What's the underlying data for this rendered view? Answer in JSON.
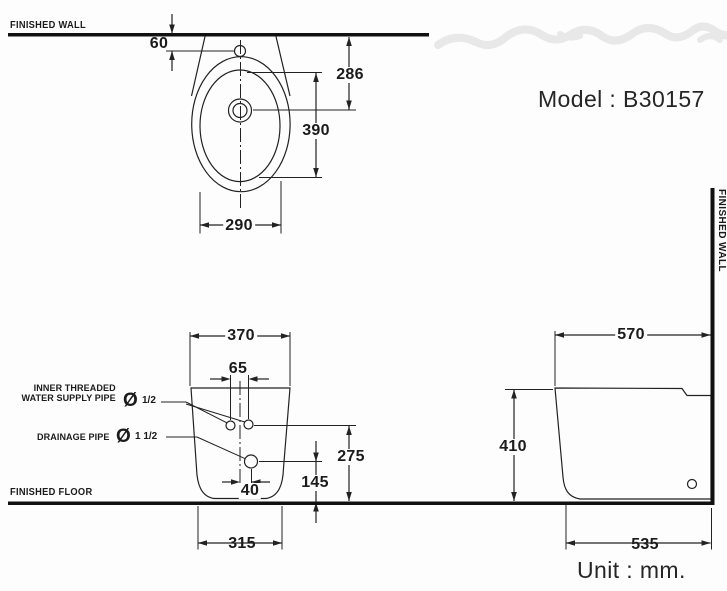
{
  "drawing_title": "Bidet installation technical drawing",
  "model": {
    "label": "Model : B30157"
  },
  "unit": {
    "label": "Unit : mm."
  },
  "references": {
    "finished_wall_top": "FINISHED WALL",
    "finished_wall_right": "FINISHED WALL",
    "finished_floor": "FINISHED FLOOR"
  },
  "pipe_labels": {
    "supply_line1": "INNER THREADED",
    "supply_line2": "WATER SUPPLY PIPE",
    "supply_diameter_symbol": "Ø",
    "supply_diameter_value": "1/2",
    "drain_label": "DRAINAGE PIPE",
    "drain_diameter_symbol": "Ø",
    "drain_diameter_value": "1 1/2"
  },
  "dimensions": {
    "top_view": {
      "wall_to_hole": "60",
      "wall_to_drain_center": "286",
      "bowl_length": "390",
      "bowl_width": "290"
    },
    "front_view": {
      "body_width": "370",
      "supply_hole_spacing": "65",
      "supply_height": "275",
      "drain_height": "145",
      "drain_offset": "40",
      "base_width": "315"
    },
    "side_view": {
      "depth_to_wall": "570",
      "body_height": "410",
      "base_depth": "535"
    }
  },
  "colors": {
    "line": "#222222",
    "heavy_line": "#111111",
    "text": "#1b1b1b",
    "watermark": "#e8e8e8",
    "background": "#fdfdfd"
  }
}
